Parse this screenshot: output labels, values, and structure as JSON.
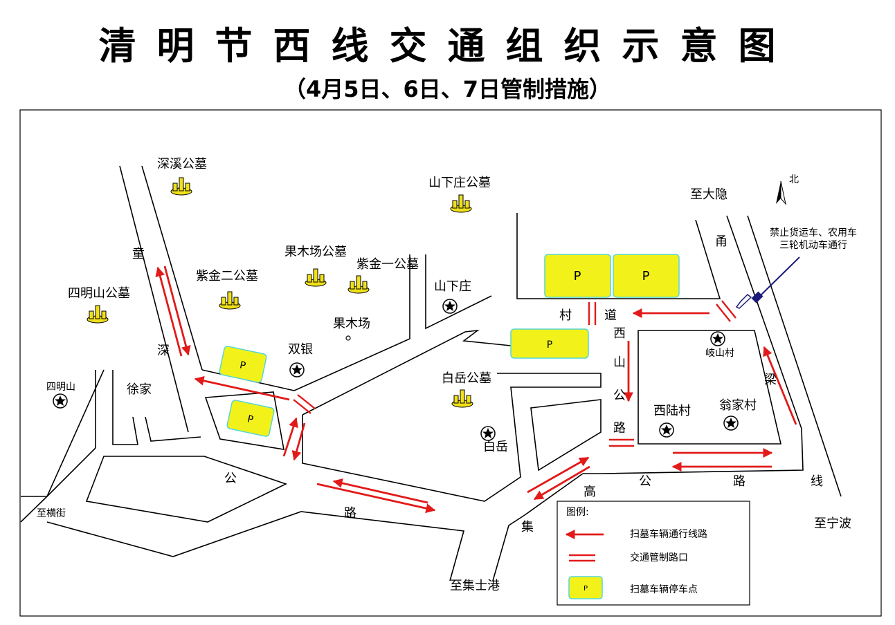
{
  "title": "清明节西线交通组织示意图",
  "subtitle": "（4月5日、6日、7日管制措施）",
  "colors": {
    "route": "#e21a1a",
    "parking_fill": "#f2f21a",
    "parking_border": "#54d6d6",
    "cemetery": "#f0e01a"
  },
  "cemeteries": [
    "深溪公墓",
    "山下庄公墓",
    "果木场公墓",
    "紫金一公墓",
    "紫金二公墓",
    "四明山公墓",
    "白岳公墓"
  ],
  "villages": [
    "山下庄",
    "双银",
    "果木场",
    "四明山",
    "徐家",
    "白岳",
    "岐山村",
    "西陆村",
    "翁家村"
  ],
  "destinations": {
    "dayin": "至大隐",
    "ningbo": "至宁波",
    "hengjie": "至横街",
    "jishigang": "至集士港"
  },
  "road_chars": {
    "tongshen": [
      "童",
      "深"
    ],
    "gonglu_left": [
      "公",
      "路"
    ],
    "cundao": [
      "村",
      "道"
    ],
    "xishan": [
      "西",
      "山",
      "公",
      "路"
    ],
    "yongliang": [
      "甬",
      "梁",
      "线"
    ],
    "gaoji": [
      "高",
      "公",
      "路",
      "集"
    ]
  },
  "parking_label": "P",
  "north_label": "北",
  "notice": [
    "禁止货运车、农用车",
    "三轮机动车通行"
  ],
  "legend": {
    "title": "图例:",
    "route": "扫墓车辆通行线路",
    "control": "交通管制路口",
    "parking": "扫墓车辆停车点"
  }
}
